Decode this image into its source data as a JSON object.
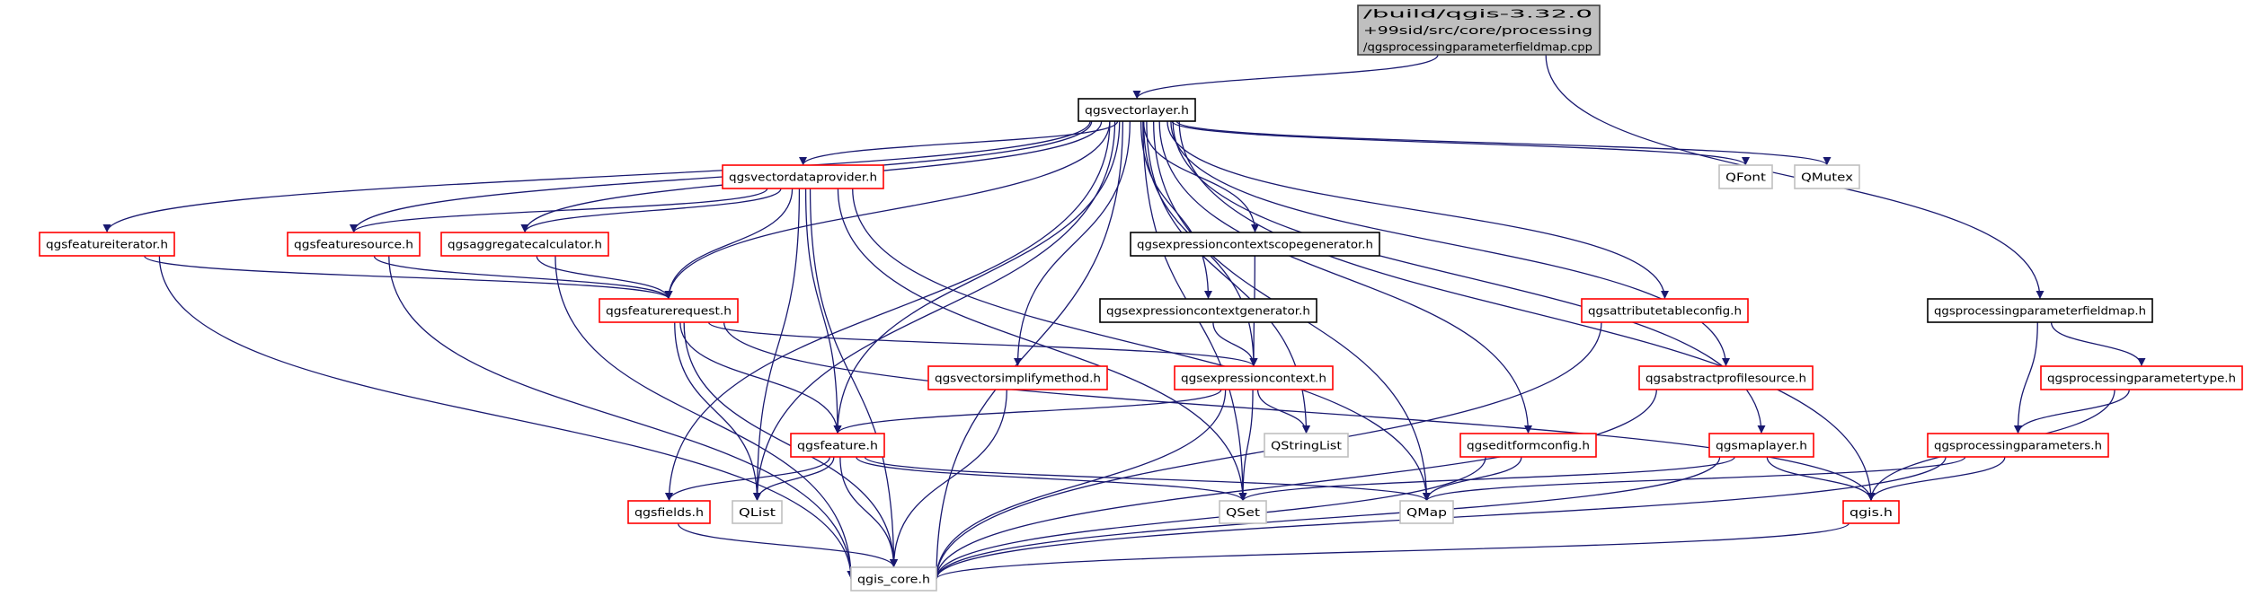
{
  "graph": {
    "node_styles": {
      "root": {
        "fill": "#bfbfbf",
        "stroke": "#404040"
      },
      "documented": {
        "fill": "#ffffff",
        "stroke": "#000000"
      },
      "incomplete": {
        "fill": "#ffffff",
        "stroke": "#ff0000"
      },
      "external": {
        "fill": "#ffffff",
        "stroke": "#bfbfbf"
      }
    },
    "edge_color": "#191970",
    "nodes": [
      {
        "id": "root",
        "style": "root",
        "lines": [
          "/build/qgis-3.32.0",
          "+99sid/src/core/processing",
          "/qgsprocessingparameterfieldmap.cpp"
        ]
      },
      {
        "id": "vectorlayer",
        "style": "documented",
        "lines": [
          "qgsvectorlayer.h"
        ]
      },
      {
        "id": "vectordataprovider",
        "style": "incomplete",
        "lines": [
          "qgsvectordataprovider.h"
        ]
      },
      {
        "id": "featureiterator",
        "style": "incomplete",
        "lines": [
          "qgsfeatureiterator.h"
        ]
      },
      {
        "id": "featuresource",
        "style": "incomplete",
        "lines": [
          "qgsfeaturesource.h"
        ]
      },
      {
        "id": "aggregatecalculator",
        "style": "incomplete",
        "lines": [
          "qgsaggregatecalculator.h"
        ]
      },
      {
        "id": "featurerequest",
        "style": "incomplete",
        "lines": [
          "qgsfeaturerequest.h"
        ]
      },
      {
        "id": "scopegenerator",
        "style": "documented",
        "lines": [
          "qgsexpressioncontextscopegenerator.h"
        ]
      },
      {
        "id": "contextgenerator",
        "style": "documented",
        "lines": [
          "qgsexpressioncontextgenerator.h"
        ]
      },
      {
        "id": "expressioncontext",
        "style": "incomplete",
        "lines": [
          "qgsexpressioncontext.h"
        ]
      },
      {
        "id": "vectorsimplifymethod",
        "style": "incomplete",
        "lines": [
          "qgsvectorsimplifymethod.h"
        ]
      },
      {
        "id": "feature",
        "style": "incomplete",
        "lines": [
          "qgsfeature.h"
        ]
      },
      {
        "id": "fields",
        "style": "incomplete",
        "lines": [
          "qgsfields.h"
        ]
      },
      {
        "id": "QList",
        "style": "external",
        "lines": [
          "QList"
        ]
      },
      {
        "id": "qgis_core",
        "style": "external",
        "lines": [
          "qgis_core.h"
        ]
      },
      {
        "id": "QStringList",
        "style": "external",
        "lines": [
          "QStringList"
        ]
      },
      {
        "id": "QSet",
        "style": "external",
        "lines": [
          "QSet"
        ]
      },
      {
        "id": "QMap",
        "style": "external",
        "lines": [
          "QMap"
        ]
      },
      {
        "id": "QFont",
        "style": "external",
        "lines": [
          "QFont"
        ]
      },
      {
        "id": "QMutex",
        "style": "external",
        "lines": [
          "QMutex"
        ]
      },
      {
        "id": "attributetableconfig",
        "style": "incomplete",
        "lines": [
          "qgsattributetableconfig.h"
        ]
      },
      {
        "id": "abstractprofilesource",
        "style": "incomplete",
        "lines": [
          "qgsabstractprofilesource.h"
        ]
      },
      {
        "id": "editformconfig",
        "style": "incomplete",
        "lines": [
          "qgseditformconfig.h"
        ]
      },
      {
        "id": "maplayer",
        "style": "incomplete",
        "lines": [
          "qgsmaplayer.h"
        ]
      },
      {
        "id": "qgis",
        "style": "incomplete",
        "lines": [
          "qgis.h"
        ]
      },
      {
        "id": "fieldmap",
        "style": "documented",
        "lines": [
          "qgsprocessingparameterfieldmap.h"
        ]
      },
      {
        "id": "parametertype",
        "style": "incomplete",
        "lines": [
          "qgsprocessingparametertype.h"
        ]
      },
      {
        "id": "processingparameters",
        "style": "incomplete",
        "lines": [
          "qgsprocessingparameters.h"
        ]
      }
    ],
    "edges": [
      [
        "root",
        "vectorlayer"
      ],
      [
        "root",
        "fieldmap"
      ],
      [
        "vectorlayer",
        "vectordataprovider"
      ],
      [
        "vectorlayer",
        "featureiterator"
      ],
      [
        "vectorlayer",
        "featuresource"
      ],
      [
        "vectorlayer",
        "aggregatecalculator"
      ],
      [
        "vectorlayer",
        "featurerequest"
      ],
      [
        "vectorlayer",
        "scopegenerator"
      ],
      [
        "vectorlayer",
        "contextgenerator"
      ],
      [
        "vectorlayer",
        "expressioncontext"
      ],
      [
        "vectorlayer",
        "vectorsimplifymethod"
      ],
      [
        "vectorlayer",
        "feature"
      ],
      [
        "vectorlayer",
        "fields"
      ],
      [
        "vectorlayer",
        "QList"
      ],
      [
        "vectorlayer",
        "qgis_core"
      ],
      [
        "vectorlayer",
        "QStringList"
      ],
      [
        "vectorlayer",
        "QSet"
      ],
      [
        "vectorlayer",
        "QMap"
      ],
      [
        "vectorlayer",
        "editformconfig"
      ],
      [
        "vectorlayer",
        "attributetableconfig"
      ],
      [
        "vectorlayer",
        "abstractprofilesource"
      ],
      [
        "vectorlayer",
        "maplayer"
      ],
      [
        "vectorlayer",
        "qgis"
      ],
      [
        "vectorlayer",
        "QFont"
      ],
      [
        "vectorlayer",
        "QMutex"
      ],
      [
        "vectordataprovider",
        "featuresource"
      ],
      [
        "vectordataprovider",
        "aggregatecalculator"
      ],
      [
        "vectordataprovider",
        "featurerequest"
      ],
      [
        "vectordataprovider",
        "feature"
      ],
      [
        "vectordataprovider",
        "QList"
      ],
      [
        "vectordataprovider",
        "QSet"
      ],
      [
        "vectordataprovider",
        "QMap"
      ],
      [
        "vectordataprovider",
        "qgis_core"
      ],
      [
        "featureiterator",
        "featurerequest"
      ],
      [
        "featureiterator",
        "qgis_core"
      ],
      [
        "featuresource",
        "featurerequest"
      ],
      [
        "featuresource",
        "qgis_core"
      ],
      [
        "aggregatecalculator",
        "featurerequest"
      ],
      [
        "aggregatecalculator",
        "qgis_core"
      ],
      [
        "featurerequest",
        "expressioncontext"
      ],
      [
        "featurerequest",
        "feature"
      ],
      [
        "featurerequest",
        "QList"
      ],
      [
        "featurerequest",
        "qgis_core"
      ],
      [
        "featurerequest",
        "qgis"
      ],
      [
        "scopegenerator",
        "expressioncontext"
      ],
      [
        "contextgenerator",
        "expressioncontext"
      ],
      [
        "expressioncontext",
        "feature"
      ],
      [
        "expressioncontext",
        "QStringList"
      ],
      [
        "expressioncontext",
        "QSet"
      ],
      [
        "expressioncontext",
        "qgis_core"
      ],
      [
        "vectorsimplifymethod",
        "qgis_core"
      ],
      [
        "feature",
        "fields"
      ],
      [
        "feature",
        "QList"
      ],
      [
        "feature",
        "QSet"
      ],
      [
        "feature",
        "QMap"
      ],
      [
        "feature",
        "qgis_core"
      ],
      [
        "fields",
        "qgis_core"
      ],
      [
        "attributetableconfig",
        "qgis_core"
      ],
      [
        "abstractprofilesource",
        "qgis_core"
      ],
      [
        "editformconfig",
        "QMap"
      ],
      [
        "editformconfig",
        "qgis_core"
      ],
      [
        "maplayer",
        "QSet"
      ],
      [
        "maplayer",
        "qgis"
      ],
      [
        "maplayer",
        "qgis_core"
      ],
      [
        "fieldmap",
        "parametertype"
      ],
      [
        "fieldmap",
        "processingparameters"
      ],
      [
        "parametertype",
        "processingparameters"
      ],
      [
        "parametertype",
        "qgis"
      ],
      [
        "processingparameters",
        "QMap"
      ],
      [
        "processingparameters",
        "qgis"
      ],
      [
        "processingparameters",
        "qgis_core"
      ],
      [
        "qgis",
        "qgis_core"
      ]
    ]
  }
}
